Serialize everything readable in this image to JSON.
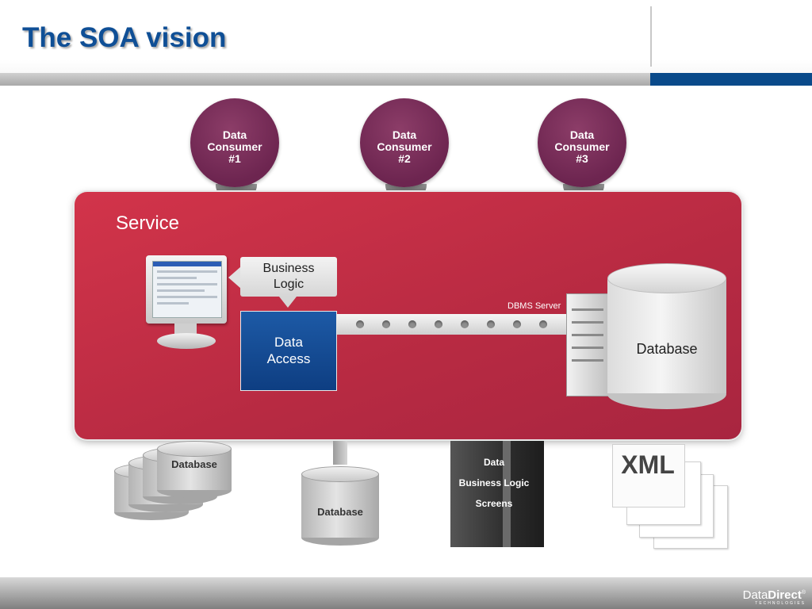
{
  "title": "The SOA vision",
  "consumers": [
    {
      "label": "Data\nConsumer\n#1"
    },
    {
      "label": "Data\nConsumer\n#2"
    },
    {
      "label": "Data\nConsumer\n#3"
    }
  ],
  "service": {
    "label": "Service",
    "business_logic": "Business Logic",
    "data_access": "Data Access",
    "dbms_server": "DBMS Server",
    "database": "Database"
  },
  "sources": {
    "database_stack": "Database",
    "database_single": "Database",
    "mainframe_lines": [
      "Data",
      "Business Logic",
      "Screens"
    ],
    "xml": "XML"
  },
  "footer": {
    "logo_prefix": "Data",
    "logo_emphasis": "Direct",
    "logo_mark": "®",
    "logo_sub": "TECHNOLOGIES"
  },
  "colors": {
    "title": "#0f4f96",
    "consumer": "#7a2d5a",
    "service": "#c42f45",
    "data_access": "#14509a"
  }
}
